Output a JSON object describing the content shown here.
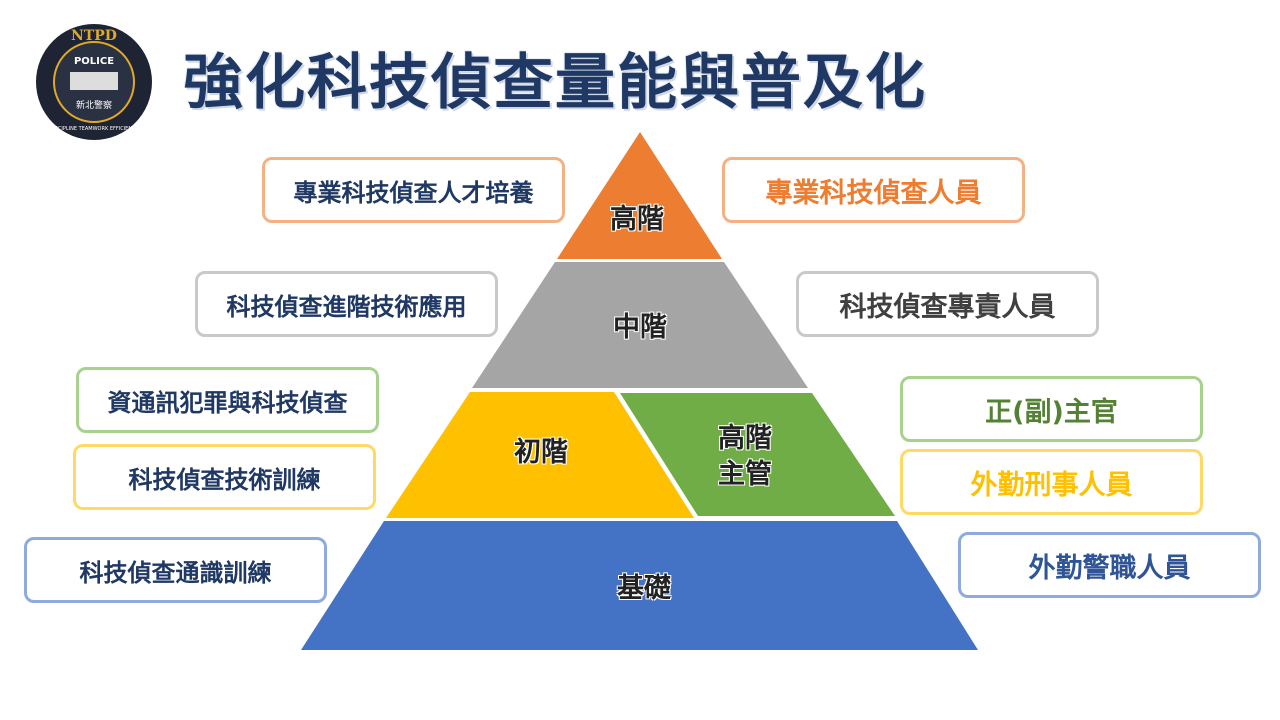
{
  "title": "強化科技偵查量能與普及化",
  "logo": {
    "top_text": "NTPD",
    "center_text": "POLICE",
    "chinese": "新北警察",
    "motto": "DISCIPLINE TEAMWORK EFFICIENCY"
  },
  "pyramid": {
    "tiers": [
      {
        "label": "高階",
        "color": "#ed7d31"
      },
      {
        "label": "中階",
        "color": "#a5a5a5"
      },
      {
        "label": "初階",
        "color": "#ffc000"
      },
      {
        "label": "高階主管",
        "line1": "高階",
        "line2": "主管",
        "color": "#70ad47"
      },
      {
        "label": "基礎",
        "color": "#4472c4"
      }
    ]
  },
  "left_boxes": [
    {
      "text": "專業科技偵查人才培養",
      "border": "#f4b183"
    },
    {
      "text": "科技偵查進階技術應用",
      "border": "#c9c9c9"
    },
    {
      "text": "資通訊犯罪與科技偵查",
      "border": "#a9d18e"
    },
    {
      "text": "科技偵查技術訓練",
      "border": "#ffd966"
    },
    {
      "text": "科技偵查通識訓練",
      "border": "#8faadc"
    }
  ],
  "right_boxes": [
    {
      "text": "專業科技偵查人員",
      "border": "#f4b183",
      "color": "#ed7d31"
    },
    {
      "text": "科技偵查專責人員",
      "border": "#c9c9c9",
      "color": "#404040"
    },
    {
      "text": "正(副)主官",
      "border": "#a9d18e",
      "color": "#548235"
    },
    {
      "text": "外勤刑事人員",
      "border": "#ffd966",
      "color": "#ffc000"
    },
    {
      "text": "外勤警職人員",
      "border": "#8faadc",
      "color": "#2f5597"
    }
  ]
}
